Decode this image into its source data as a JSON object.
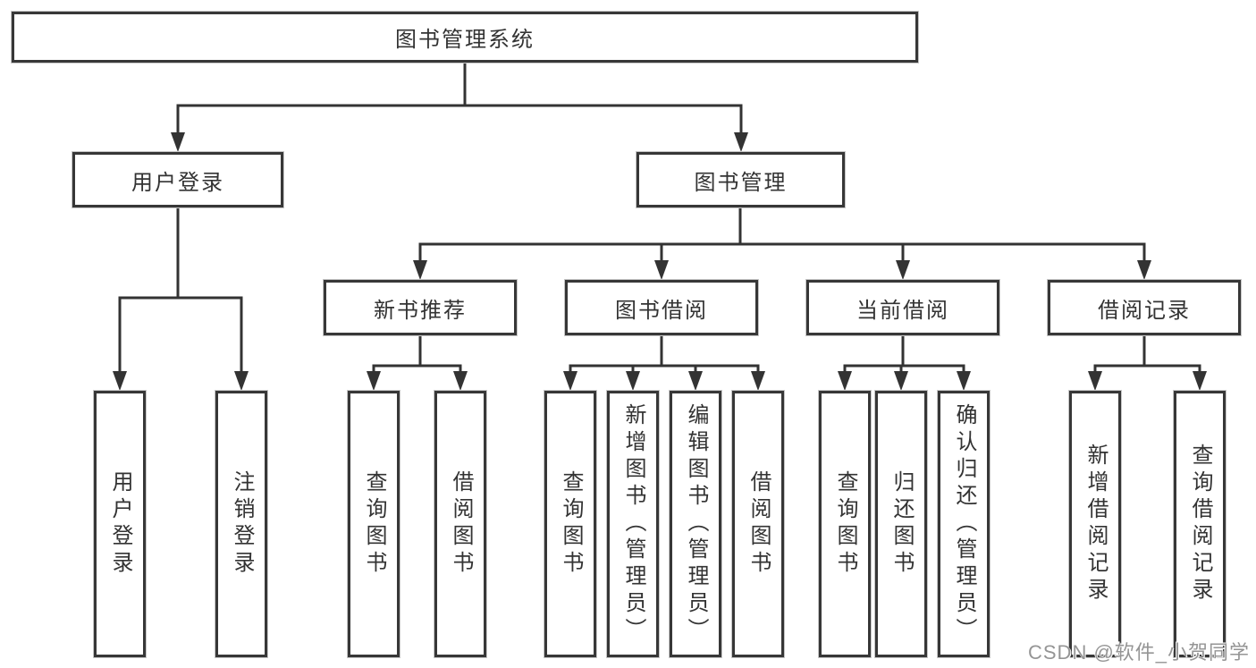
{
  "tree": {
    "label": "图书管理系统",
    "children": [
      {
        "label": "用户登录",
        "children": [
          {
            "label": "用户登录"
          },
          {
            "label": "注销登录"
          }
        ]
      },
      {
        "label": "图书管理",
        "children": [
          {
            "label": "新书推荐",
            "children": [
              {
                "label": "查询图书"
              },
              {
                "label": "借阅图书"
              }
            ]
          },
          {
            "label": "图书借阅",
            "children": [
              {
                "label": "查询图书"
              },
              {
                "label": "新增图书（管理员）"
              },
              {
                "label": "编辑图书（管理员）"
              },
              {
                "label": "借阅图书"
              }
            ]
          },
          {
            "label": "当前借阅",
            "children": [
              {
                "label": "查询图书"
              },
              {
                "label": "归还图书"
              },
              {
                "label": "确认归还（管理员）"
              }
            ]
          },
          {
            "label": "借阅记录",
            "children": [
              {
                "label": "新增借阅记录"
              },
              {
                "label": "查询借阅记录"
              }
            ]
          }
        ]
      }
    ]
  },
  "watermark": {
    "text": "CSDN @软件_小贺同学"
  },
  "colors": {
    "line": "#333333",
    "box_border": "#373737",
    "box_fill": "#ffffff",
    "text": "#333333",
    "watermark": "#959595",
    "background": "#ffffff"
  }
}
